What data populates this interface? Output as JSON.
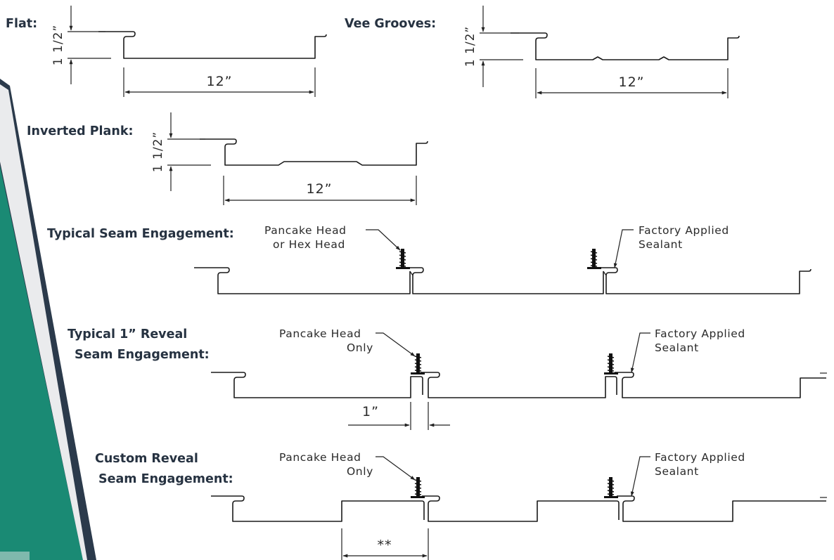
{
  "labels": {
    "flat": "Flat:",
    "vee_grooves": "Vee Grooves:",
    "inverted_plank": "Inverted Plank:",
    "typical_seam": "Typical Seam Engagement:",
    "reveal_line1": "Typical 1” Reveal",
    "reveal_line2": "Seam Engagement:",
    "custom_line1": "Custom Reveal",
    "custom_line2": "Seam Engagement:"
  },
  "dimensions": {
    "panel_width": "12”",
    "seam_height": "1 1/2”",
    "reveal_width": "1”",
    "custom_width": "**"
  },
  "callouts": {
    "fastener_1a": "Pancake Head",
    "fastener_1b": "or Hex Head",
    "sealant_a": "Factory Applied",
    "sealant_b": "Sealant",
    "fastener_only_a": "Pancake Head",
    "fastener_only_b": "Only"
  },
  "colors": {
    "teal": "#1a8a74",
    "navy": "#2b3a4b",
    "heading": "#263241",
    "line": "#1a1a1a"
  }
}
